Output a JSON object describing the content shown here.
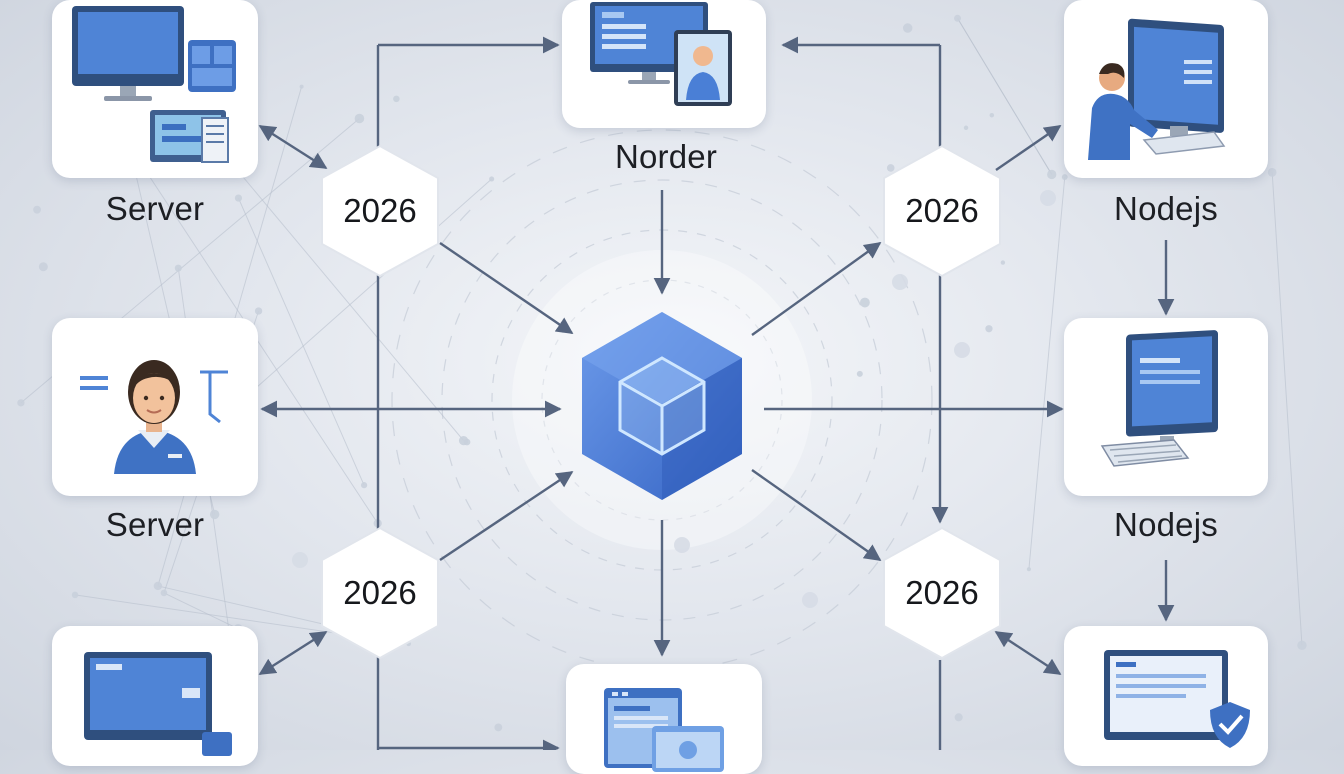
{
  "nodes": {
    "top_left": {
      "label": "Server",
      "icon": "monitor-dashboard-icon"
    },
    "mid_left": {
      "label": "Server",
      "icon": "support-agent-icon"
    },
    "bottom_left": {
      "icon": "monitor-icon"
    },
    "top_center": {
      "label": "Norder",
      "icon": "video-call-monitor-icon"
    },
    "bottom_center": {
      "icon": "document-windows-icon"
    },
    "top_right": {
      "label": "Nodejs",
      "icon": "user-at-computer-icon"
    },
    "mid_right": {
      "label": "Nodejs",
      "icon": "computer-keyboard-icon"
    },
    "bottom_right": {
      "icon": "secure-monitor-icon"
    }
  },
  "hubs": {
    "top_left": "2026",
    "top_right": "2026",
    "bottom_left": "2026",
    "bottom_right": "2026"
  },
  "center": {
    "icon": "cube-icon"
  },
  "colors": {
    "accent_blue": "#4a7fd6",
    "line": "#5b6b86",
    "background": "#e3e7ee"
  }
}
